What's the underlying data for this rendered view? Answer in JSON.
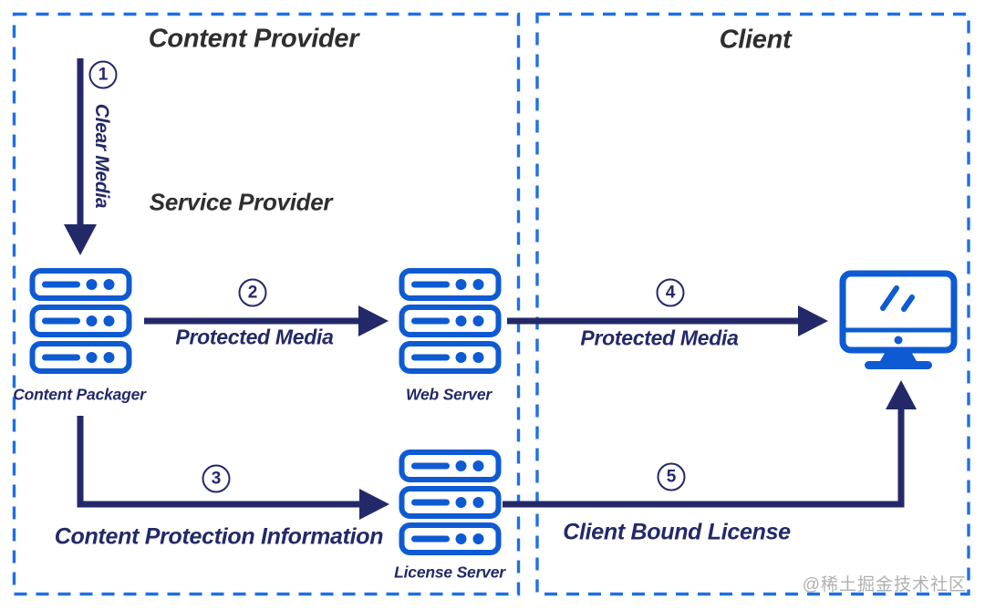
{
  "colors": {
    "background": "#ffffff",
    "box_border": "#1f70e4",
    "icon_blue": "#0e5ad2",
    "navy": "#232968",
    "heading": "#2e2e30",
    "watermark": "#b0b0b0"
  },
  "regions": {
    "content_provider": {
      "title": "Content Provider",
      "sub_label": "Service Provider"
    },
    "client": {
      "title": "Client"
    }
  },
  "nodes": {
    "content_packager": {
      "label": "Content Packager",
      "icon": "server-stack-icon"
    },
    "web_server": {
      "label": "Web Server",
      "icon": "server-stack-icon"
    },
    "license_server": {
      "label": "License Server",
      "icon": "server-stack-icon"
    },
    "client_device": {
      "icon": "desktop-monitor-icon"
    }
  },
  "flows": [
    {
      "step": "1",
      "label": "Clear Media",
      "from": "Content Provider",
      "to": "Content Packager"
    },
    {
      "step": "2",
      "label": "Protected Media",
      "from": "Content Packager",
      "to": "Web Server"
    },
    {
      "step": "3",
      "label": "Content Protection Information",
      "from": "Content Packager",
      "to": "License Server"
    },
    {
      "step": "4",
      "label": "Protected Media",
      "from": "Web Server",
      "to": "Client"
    },
    {
      "step": "5",
      "label": "Client Bound License",
      "from": "License Server",
      "to": "Client"
    }
  ],
  "watermark": "@稀土掘金技术社区"
}
